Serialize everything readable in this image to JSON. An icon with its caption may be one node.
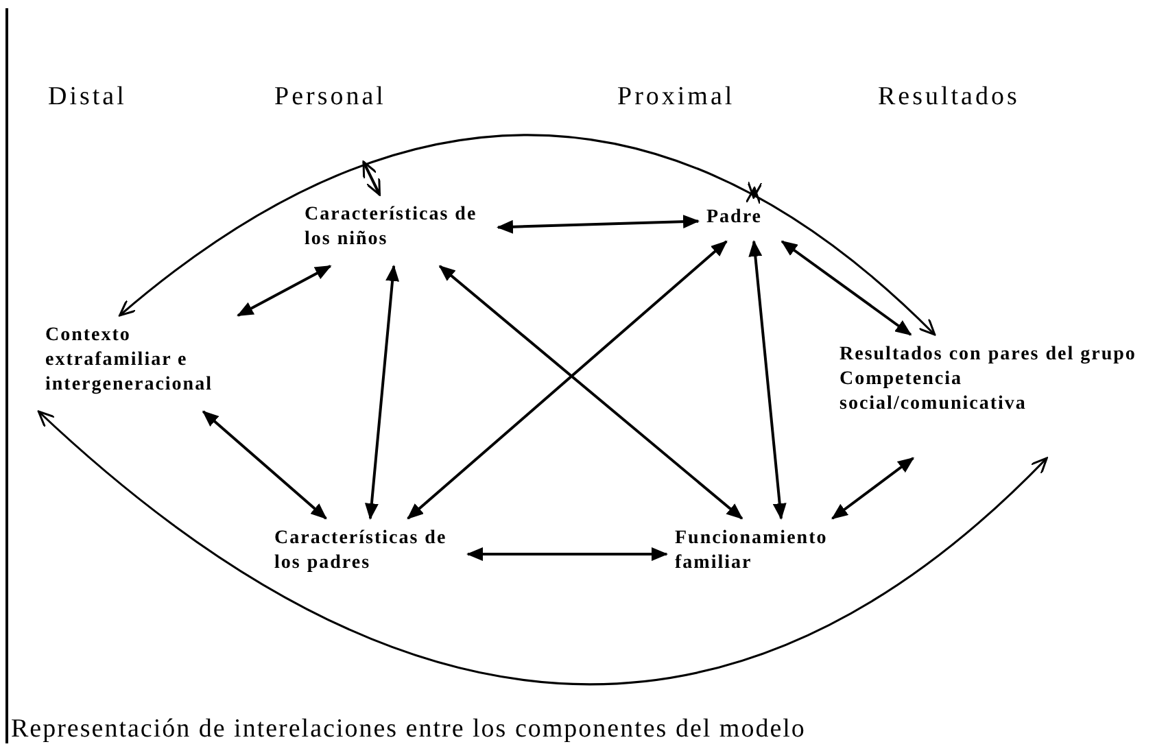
{
  "diagram": {
    "caption": "Representación de interelaciones entre los componentes del modelo",
    "nodes": [
      {
        "text": [
          "Características de los niños"
        ]
      },
      {
        "text": [
          "Padre"
        ]
      },
      {
        "text": [
          "Contexto extrafamiliar e intergeneracional"
        ]
      },
      {
        "text": [
          "Resultados con pares del grupo Competencia social/comunicativa"
        ]
      },
      {
        "text": [
          "Características de los padres"
        ]
      },
      {
        "text": [
          "Funcionamiento familiar"
        ]
      }
    ],
    "edges": [
      {
        "from": 2,
        "to": 3,
        "arrow": "both"
      },
      {
        "from": null,
        "to": 0,
        "arrow": "both"
      },
      {
        "from": null,
        "to": 1,
        "arrow": "both"
      },
      {
        "from": 0,
        "to": 1,
        "arrow": "both"
      },
      {
        "from": 0,
        "to": 2,
        "arrow": "both"
      },
      {
        "from": 1,
        "to": 3,
        "arrow": "both"
      },
      {
        "from": 0,
        "to": 4,
        "arrow": "both"
      },
      {
        "from": 0,
        "to": 5,
        "arrow": "both"
      },
      {
        "from": 1,
        "to": 4,
        "arrow": "both"
      },
      {
        "from": 1,
        "to": 5,
        "arrow": "both"
      },
      {
        "from": 2,
        "to": 4,
        "arrow": "both"
      },
      {
        "from": 3,
        "to": 5,
        "arrow": "both"
      },
      {
        "from": 4,
        "to": 5,
        "arrow": "both"
      },
      {
        "from": 2,
        "to": 3,
        "arrow": "both"
      }
    ],
    "labels": [
      "Distal",
      "Personal",
      "Proximal",
      "Resultados"
    ]
  }
}
